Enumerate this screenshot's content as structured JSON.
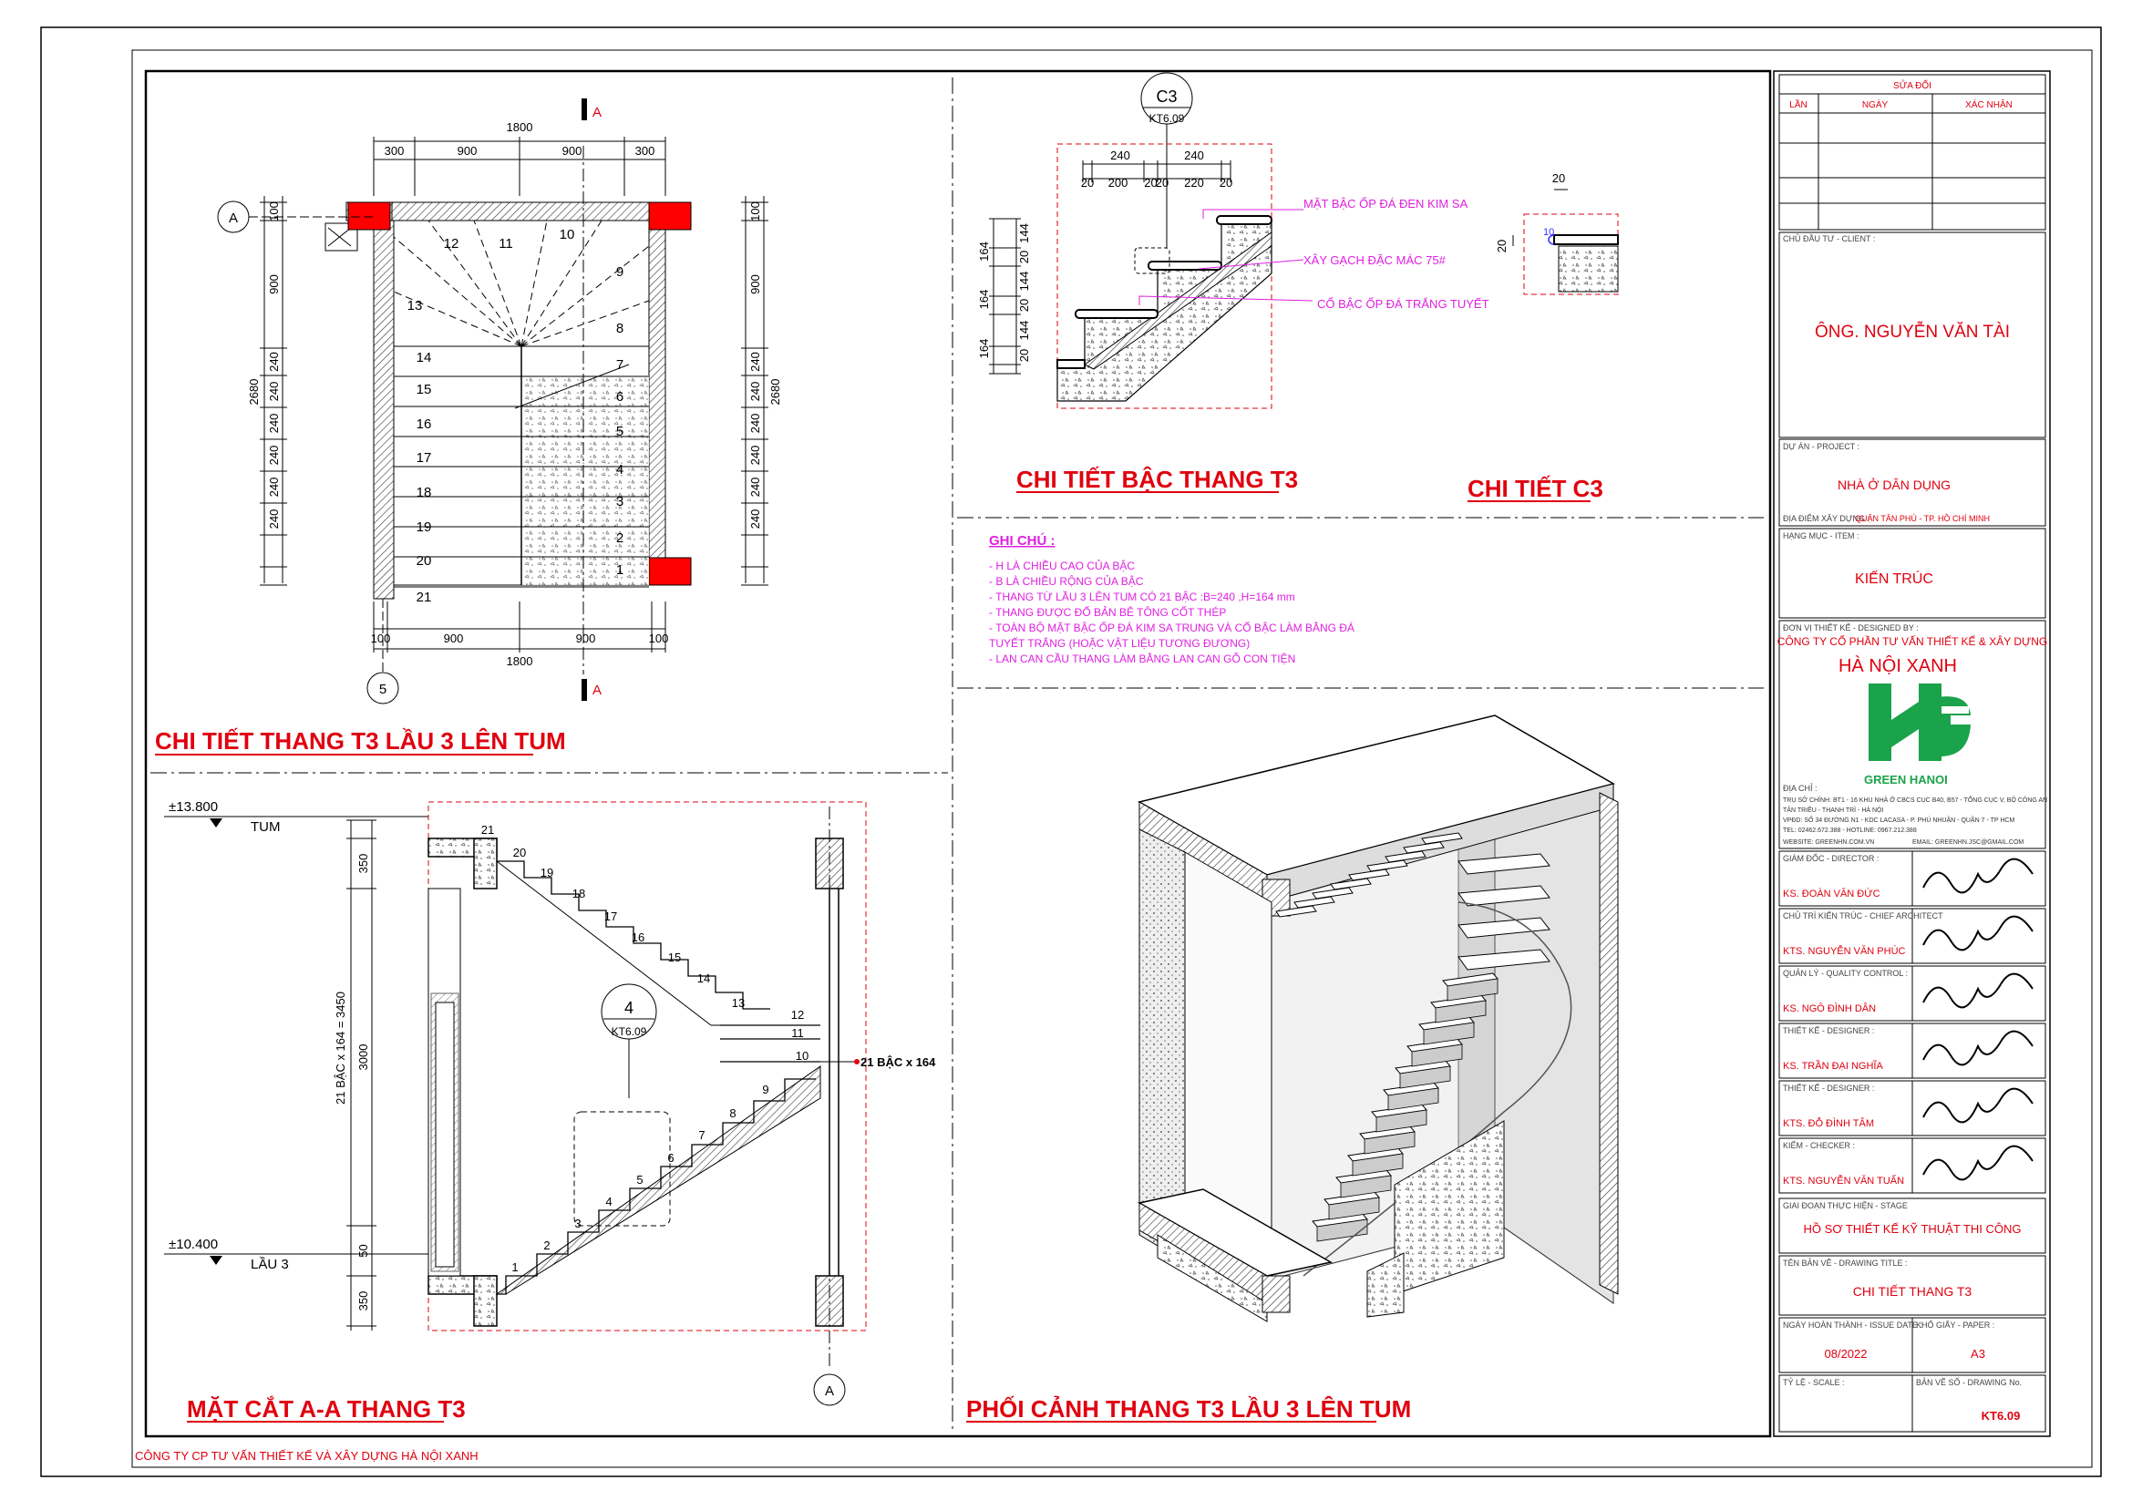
{
  "plan": {
    "title": "CHI TIẾT THANG T3 LẦU 3 LÊN TUM",
    "dims_top_total": "1800",
    "dims_top": [
      "300",
      "900",
      "900",
      "300"
    ],
    "dims_bottom_total": "1800",
    "dims_bottom": [
      "100",
      "900",
      "900",
      "100"
    ],
    "dims_left": [
      "100",
      "900",
      "240",
      "240",
      "240",
      "240",
      "240",
      "240"
    ],
    "dims_left_total": "2680",
    "dims_right": [
      "100",
      "900",
      "240",
      "240",
      "240",
      "240",
      "240",
      "240"
    ],
    "dims_right_total": "2680",
    "grid_a": "A",
    "grid_5": "5",
    "section_a": "A",
    "steps": [
      "1",
      "2",
      "3",
      "4",
      "5",
      "6",
      "7",
      "8",
      "9",
      "10",
      "11",
      "12",
      "13",
      "14",
      "15",
      "16",
      "17",
      "18",
      "19",
      "20",
      "21"
    ]
  },
  "step_detail": {
    "title": "CHI TIẾT BẬC THANG T3",
    "callout_id": "C3",
    "callout_sheet": "KT6.09",
    "dims_top": [
      "240",
      "240"
    ],
    "dims_sub": [
      "20",
      "200",
      "20",
      "20",
      "220",
      "20"
    ],
    "dims_left": [
      "164",
      "164",
      "164"
    ],
    "dims_left_sub": [
      "144",
      "20",
      "144",
      "20",
      "144",
      "20"
    ],
    "label1": "MẶT BẬC ỐP ĐÁ ĐEN KIM SA",
    "label2": "XÂY GẠCH ĐẶC MÁC 75#",
    "label3": "CỔ BẬC ỐP ĐÁ TRẮNG TUYẾT"
  },
  "c3_detail": {
    "title": "CHI TIẾT C3",
    "dim_top": "20",
    "dim_left": "20",
    "dim_r": "10"
  },
  "notes": {
    "heading": "GHI CHÚ :",
    "lines": [
      "- H LÀ CHIỀU CAO CỦA BẬC",
      "- B LÀ CHIỀU RỘNG CỦA BẬC",
      "- THANG TỪ LẦU 3 LÊN TUM CÓ 21 BẬC :B=240 ,H=164 mm",
      "- THANG ĐƯỢC ĐỔ BẢN BÊ TÔNG CỐT THÉP",
      "- TOÀN BỘ MẶT BẬC ỐP ĐÁ KIM SA TRUNG VÀ CỔ BẬC LÀM BẰNG ĐÁ",
      "  TUYẾT TRẮNG (HOẶC VẬT LIỆU TƯƠNG ĐƯƠNG)",
      "- LAN CAN CẦU THANG LÀM BẰNG LAN CAN GỖ CON TIỆN"
    ]
  },
  "section": {
    "title": "MẶT CẮT A-A THANG T3",
    "level_top": "±13.800",
    "level_top_name": "TUM",
    "level_bottom": "±10.400",
    "level_bottom_name": "LẦU 3",
    "dims_left": [
      "350",
      "3000",
      "50",
      "350"
    ],
    "dim_total": "21 BẬC x 164 = 3450",
    "steps_label": "21 BẬC x 164",
    "callout_id": "4",
    "callout_sheet": "KT6.09",
    "grid_a": "A",
    "steps": [
      "1",
      "2",
      "3",
      "4",
      "5",
      "6",
      "7",
      "8",
      "9",
      "10",
      "11",
      "12",
      "13",
      "14",
      "15",
      "16",
      "17",
      "18",
      "19",
      "20",
      "21"
    ]
  },
  "perspective": {
    "title": "PHỐI CẢNH THANG T3 LẦU 3 LÊN TUM"
  },
  "footer": {
    "company": "CÔNG TY CP TƯ VẤN THIẾT KẾ VÀ XÂY DỰNG HÀ NỘI XANH"
  },
  "titleblock": {
    "revisions_heading": "SỬA ĐỔI",
    "rev_cols": [
      "LẦN",
      "NGÀY",
      "XÁC NHẬN"
    ],
    "client_label": "CHỦ ĐẦU TƯ - CLIENT :",
    "client": "ÔNG. NGUYỄN VĂN TÀI",
    "project_label": "DỰ ÁN - PROJECT :",
    "project": "NHÀ Ở DÂN DỤNG",
    "location_label": "ĐỊA ĐIỂM XÂY DỰNG :",
    "location": "QUẬN TÂN PHÚ - TP. HỒ CHÍ MINH",
    "item_label": "HẠNG MỤC - ITEM :",
    "item": "KIẾN TRÚC",
    "designer_label": "ĐƠN VỊ THIẾT KẾ - DESIGNED BY :",
    "designer_company": "CÔNG TY CỔ PHẦN TƯ VẤN THIẾT KẾ & XÂY DỰNG",
    "designer_name": "HÀ NỘI XANH",
    "logo_text": "GREEN HANOI",
    "address_label": "ĐỊA CHỈ :",
    "address1": "TRỤ SỞ CHÍNH: BT1 - 16 KHU NHÀ Ở CBCS CỤC B40, B57 - TỔNG CỤC V, BỘ CÔNG AN",
    "address2": "TÂN TRIỀU - THANH TRÌ - HÀ NỘI",
    "address3": "VPĐD: SỐ 34 ĐƯỜNG N1 - KDC LACASA - P. PHÚ NHUẬN - QUẬN 7 - TP HCM",
    "phone": "TEL: 02462.672.388 - HOTLINE: 0967.212.388",
    "website": "WEBSITE: GREENHN.COM.VN",
    "email": "EMAIL: GREENHN.JSC@GMAIL.COM",
    "director_label": "GIÁM ĐỐC - DIRECTOR :",
    "director": "KS. ĐOÀN VĂN ĐỨC",
    "chief_label": "CHỦ TRÌ KIẾN TRÚC - CHIEF ARCHITECT",
    "chief": "KTS. NGUYỄN VĂN PHÚC",
    "qc_label": "QUẢN LÝ - QUALITY CONTROL :",
    "qc": "KS. NGÔ ĐÌNH DÂN",
    "designer1_label": "THIẾT KẾ - DESIGNER :",
    "designer1": "KS. TRẦN ĐẠI NGHĨA",
    "designer2_label": "THIẾT KẾ - DESIGNER :",
    "designer2": "KTS. ĐỖ ĐÌNH TÂM",
    "checker_label": "KIỂM - CHECKER :",
    "checker": "KTS. NGUYỄN VĂN TUẤN",
    "stage_label": "GIAI ĐOẠN THỰC HIỆN - STAGE",
    "stage": "HỒ SƠ THIẾT KẾ KỸ THUẬT THI CÔNG",
    "drawing_label": "TÊN BẢN VẼ - DRAWING TITLE :",
    "drawing": "CHI TIẾT THANG T3",
    "date_label": "NGÀY HOÀN THÀNH - ISSUE DATE :",
    "date": "08/2022",
    "paper_label": "KHỔ GIẤY - PAPER :",
    "paper": "A3",
    "scale_label": "TỶ LỆ - SCALE :",
    "number_label": "BẢN VẼ SỐ - DRAWING No.",
    "number": "KT6.09"
  }
}
